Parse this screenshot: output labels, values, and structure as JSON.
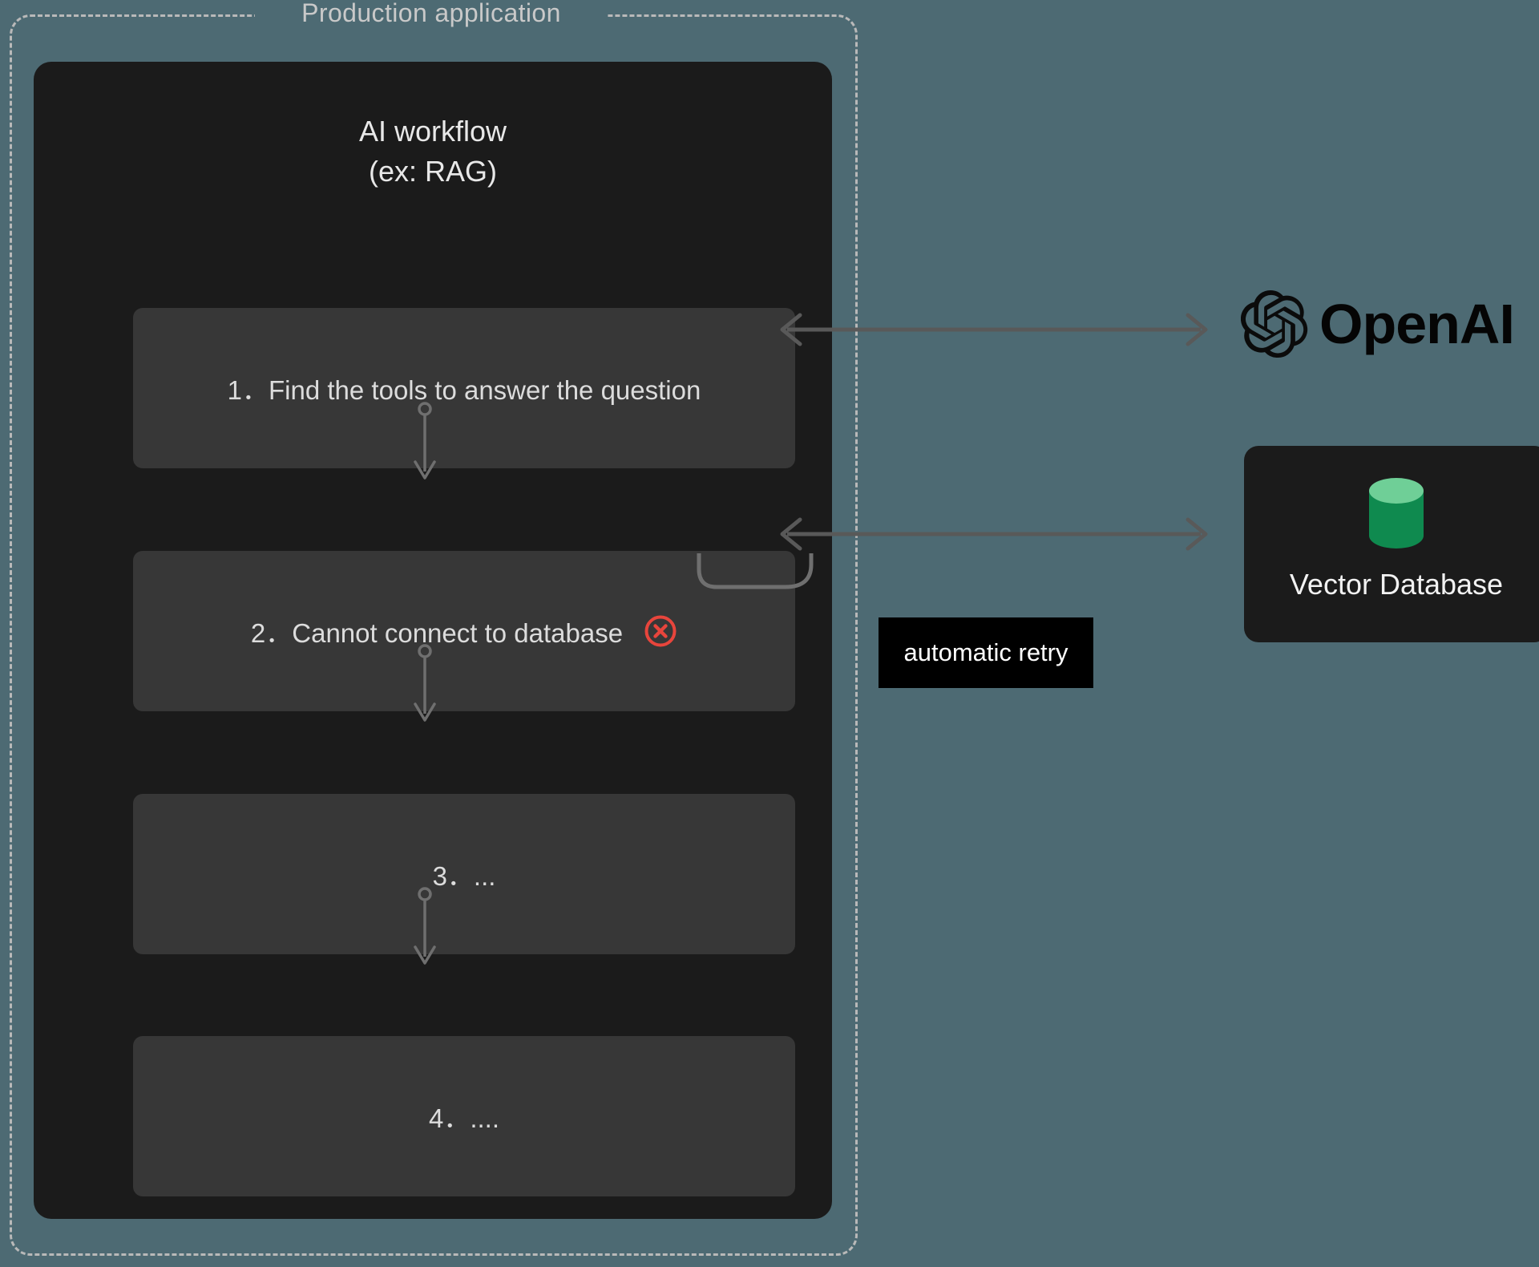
{
  "canvas": {
    "background_color": "#4d6a73",
    "panel_color": "#1b1b1b",
    "step_color": "#373737",
    "accent_error_color": "#e8453c",
    "accent_db_color": "#0f8a4f",
    "connector_color": "#6f6f6f"
  },
  "container": {
    "title": "Production application"
  },
  "workflow": {
    "title": "AI workflow\n(ex: RAG)",
    "steps": [
      {
        "id": "step-1",
        "label": "1．Find the tools to answer the question",
        "status": "ok"
      },
      {
        "id": "step-2",
        "label": "2．Cannot connect to database",
        "status": "error",
        "icon": "error-circle-x-icon"
      },
      {
        "id": "step-3",
        "label": "3．...",
        "status": "ok"
      },
      {
        "id": "step-4",
        "label": "4．....",
        "status": "ok"
      }
    ]
  },
  "retry": {
    "badge_label": "automatic retry"
  },
  "services": {
    "openai": {
      "name": "OpenAI",
      "icon": "openai-logo-icon"
    },
    "vector_database": {
      "name": "Vector Database",
      "icon": "database-cylinder-icon"
    }
  },
  "connections": [
    {
      "from": "step-1",
      "to": "openai",
      "kind": "bidirectional-arrow"
    },
    {
      "from": "step-2",
      "to": "vector_database",
      "kind": "bidirectional-arrow"
    },
    {
      "from": "step-2",
      "to": "step-2",
      "kind": "retry-loop",
      "label": "automatic retry"
    }
  ]
}
